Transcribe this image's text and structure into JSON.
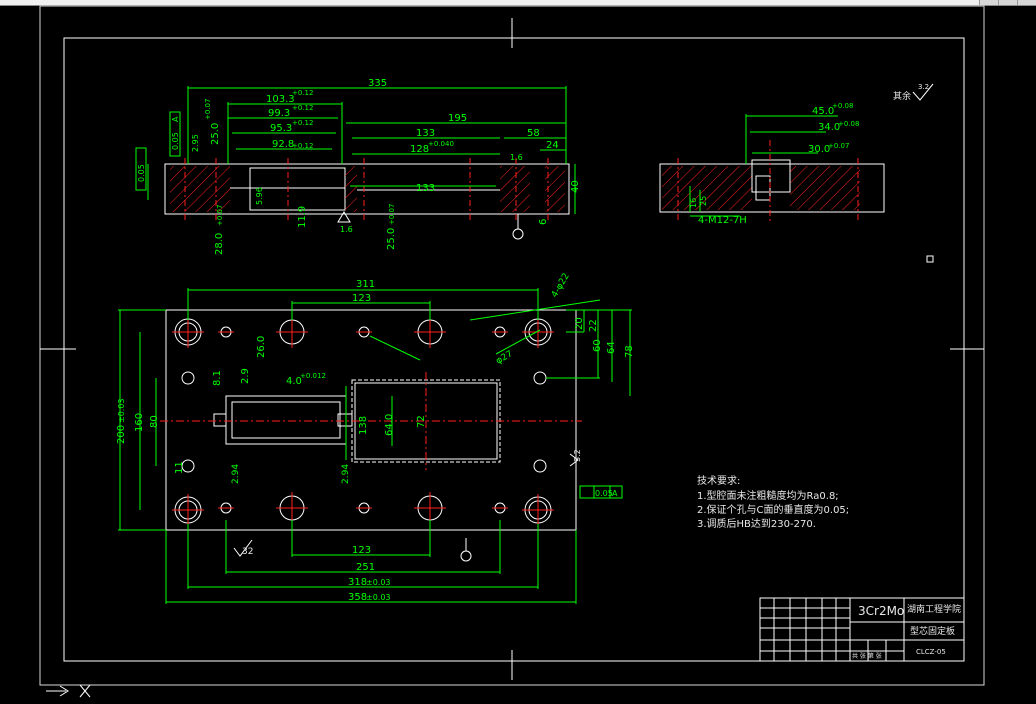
{
  "dims_top": {
    "overall": "335",
    "d1": "103.3",
    "d1_tol": "+0.12",
    "d2": "99.3",
    "d2_tol": "+0.12",
    "d3": "95.3",
    "d3_tol": "+0.12",
    "d4": "92.8",
    "d4_tol": "+0.12",
    "d195": "195",
    "d133a": "133",
    "d128": "128",
    "d128_tol": "+0.040",
    "d58": "58",
    "d24": "24",
    "d133b": "133",
    "d40": "40",
    "d6": "6",
    "d16": "1.6",
    "h28": "28.0",
    "h28_tol": "+0.07",
    "h25a": "25.0",
    "h25a_tol": "+0.07",
    "h25b": "25.0",
    "h25b_tol": "+0.07",
    "h11": "11.9",
    "h59": "5.96",
    "h295": "2.95",
    "tol_flat": "0.05",
    "tol_par": "0.05",
    "tol_a": "A"
  },
  "dims_side": {
    "d45": "45.0",
    "d45_tol": "+0.08",
    "d34": "34.0",
    "d34_tol": "+0.08",
    "d30": "30.0",
    "d30_tol": "+0.07",
    "thread": "4-M12-7H",
    "rest_label": "其余",
    "rest_val": "3.2",
    "s16": "16",
    "s25": "25"
  },
  "dims_plan": {
    "d311": "311",
    "d123a": "123",
    "d123b": "123",
    "d251": "251",
    "d318": "318",
    "d318_tol": "±0.03",
    "d358": "358",
    "d358_tol": "±0.03",
    "d200": "200",
    "d200_tol": "±0.03",
    "d160": "160",
    "d80": "80",
    "d20": "20",
    "d22": "22",
    "d60": "60",
    "d64": "64",
    "d78": "78",
    "d138": "138",
    "d64b": "64.0",
    "d72": "72",
    "d26": "26.0",
    "d29": "2.9",
    "d81": "8.1",
    "d40": "4.0",
    "d40_tol": "+0.012",
    "d12": "12",
    "d2_94a": "2.94",
    "d2_94b": "2.94",
    "phi27": "φ27",
    "phi22": "4-φ22",
    "roughness_a": "3.2",
    "roughness_b": "32",
    "tol_perp": "0.05",
    "tol_ref": "A",
    "d11": "11"
  },
  "notes": {
    "heading": "技术要求:",
    "line1": "1.型腔面未注粗糙度均为Ra0.8;",
    "line2": "2.保证个孔与C面的垂直度为0.05;",
    "line3": "3.调质后HB达到230-270."
  },
  "titleblock": {
    "material": "3Cr2Mo",
    "school": "湖南工程学院",
    "part_name": "型芯固定板",
    "drawing_no": "CLCZ-05",
    "scale_row": "共 张 第 张"
  },
  "colors": {
    "background": "#000000",
    "geometry": "#ffffff",
    "dimension": "#00ff00",
    "center": "#ff2020",
    "hatch": "#ff2020"
  }
}
